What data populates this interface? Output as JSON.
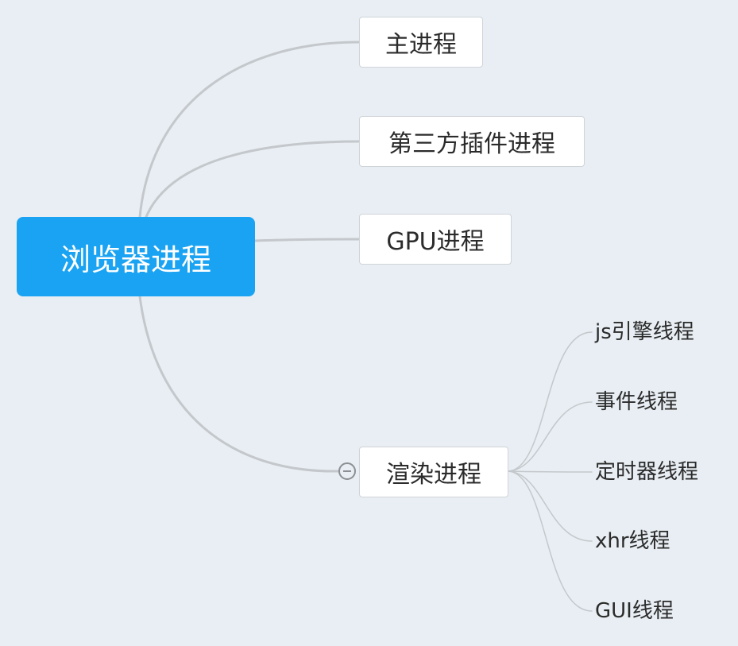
{
  "root": {
    "label": "浏览器进程"
  },
  "branches": [
    {
      "label": "主进程"
    },
    {
      "label": "第三方插件进程"
    },
    {
      "label": "GPU进程"
    },
    {
      "label": "渲染进程",
      "children": [
        {
          "label": "js引擎线程"
        },
        {
          "label": "事件线程"
        },
        {
          "label": "定时器线程"
        },
        {
          "label": "xhr线程"
        },
        {
          "label": "GUI线程"
        }
      ]
    }
  ],
  "colors": {
    "background": "#e8eef3",
    "root_fill": "#1aa3f2",
    "root_text": "#ffffff",
    "node_fill": "#ffffff",
    "connector": "#c4c8cc"
  },
  "icons": {
    "collapse_toggle": "minus-circle-icon"
  }
}
